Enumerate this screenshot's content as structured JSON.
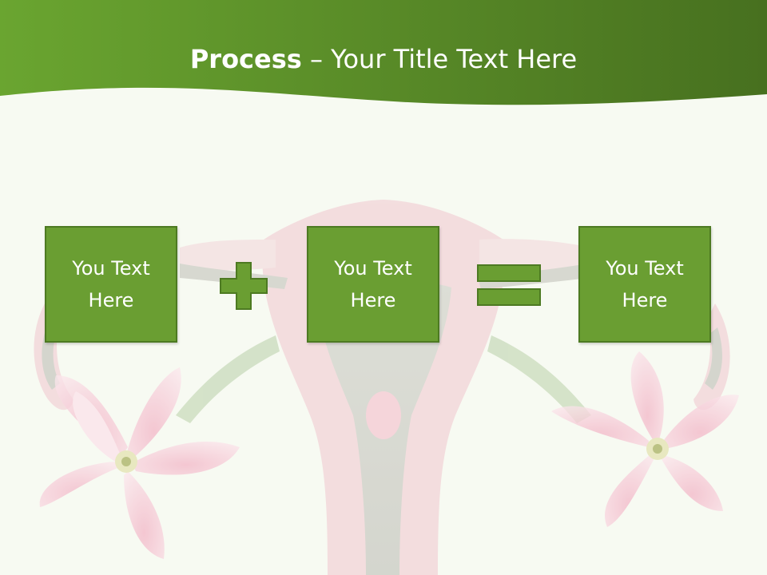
{
  "slide": {
    "title_bold": "Process",
    "title_rest": " – Your Title Text Here",
    "boxes": [
      {
        "text": "You Text Here"
      },
      {
        "text": "You Text Here"
      },
      {
        "text": "You Text Here"
      }
    ],
    "operators": [
      "plus-icon",
      "equals-icon"
    ]
  },
  "colors": {
    "header_green": "#5e932c",
    "box_fill": "#6a9e32",
    "box_border": "#4d7a22",
    "background": "#f7faf2"
  }
}
